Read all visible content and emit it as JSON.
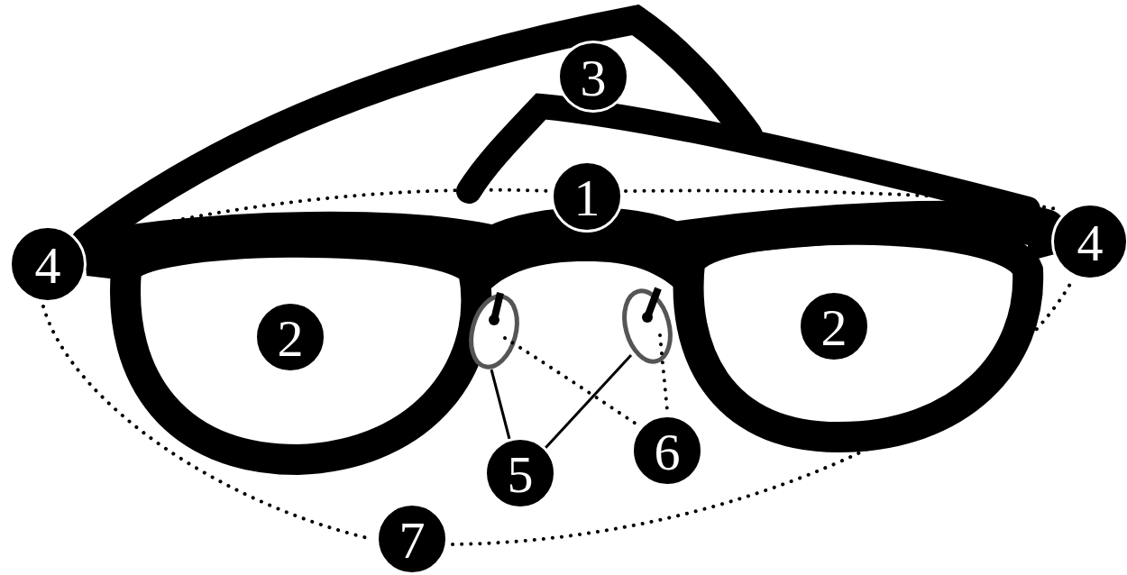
{
  "diagram": {
    "labels": [
      "3",
      "1",
      "4",
      "4",
      "2",
      "2",
      "5",
      "6",
      "7"
    ]
  }
}
